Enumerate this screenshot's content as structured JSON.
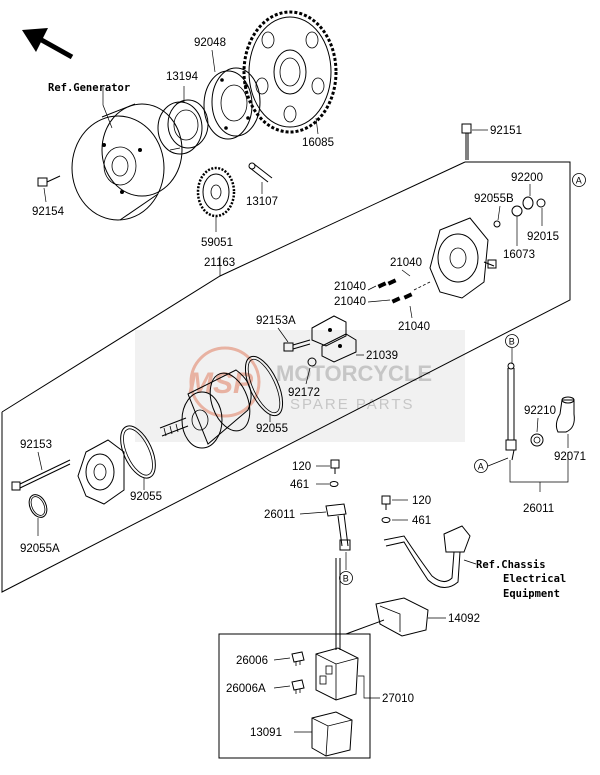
{
  "refs": {
    "generator": "Ref.Generator",
    "chassis_1": "Ref.Chassis",
    "chassis_2": "Electrical",
    "chassis_3": "Equipment"
  },
  "markers": {
    "a": "A",
    "b": "B"
  },
  "parts": {
    "p92048": "92048",
    "p13194": "13194",
    "p16085": "16085",
    "p92154": "92154",
    "p13107": "13107",
    "p59051": "59051",
    "p21163": "21163",
    "p92151": "92151",
    "p92200": "92200",
    "p92055b": "92055B",
    "p92015": "92015",
    "p16073": "16073",
    "p21040a": "21040",
    "p21040b": "21040",
    "p21040c": "21040",
    "p21040d": "21040",
    "p92153a": "92153A",
    "p21039": "21039",
    "p92172": "92172",
    "p92055a_lbl": "92055",
    "p92153": "92153",
    "p92055c": "92055",
    "p92055a": "92055A",
    "p92210": "92210",
    "p92071": "92071",
    "p26011a": "26011",
    "p26011b": "26011",
    "p120a": "120",
    "p461a": "461",
    "p120b": "120",
    "p461b": "461",
    "p14092": "14092",
    "p26006": "26006",
    "p26006a": "26006A",
    "p27010": "27010",
    "p13091": "13091"
  },
  "watermark": {
    "logo": "MSP",
    "line1": "MOTORCYCLE",
    "line2": "SPARE PARTS"
  },
  "colors": {
    "line": "#000000",
    "watermark": "#c6c6c6",
    "logo": "#e8b2a2"
  }
}
